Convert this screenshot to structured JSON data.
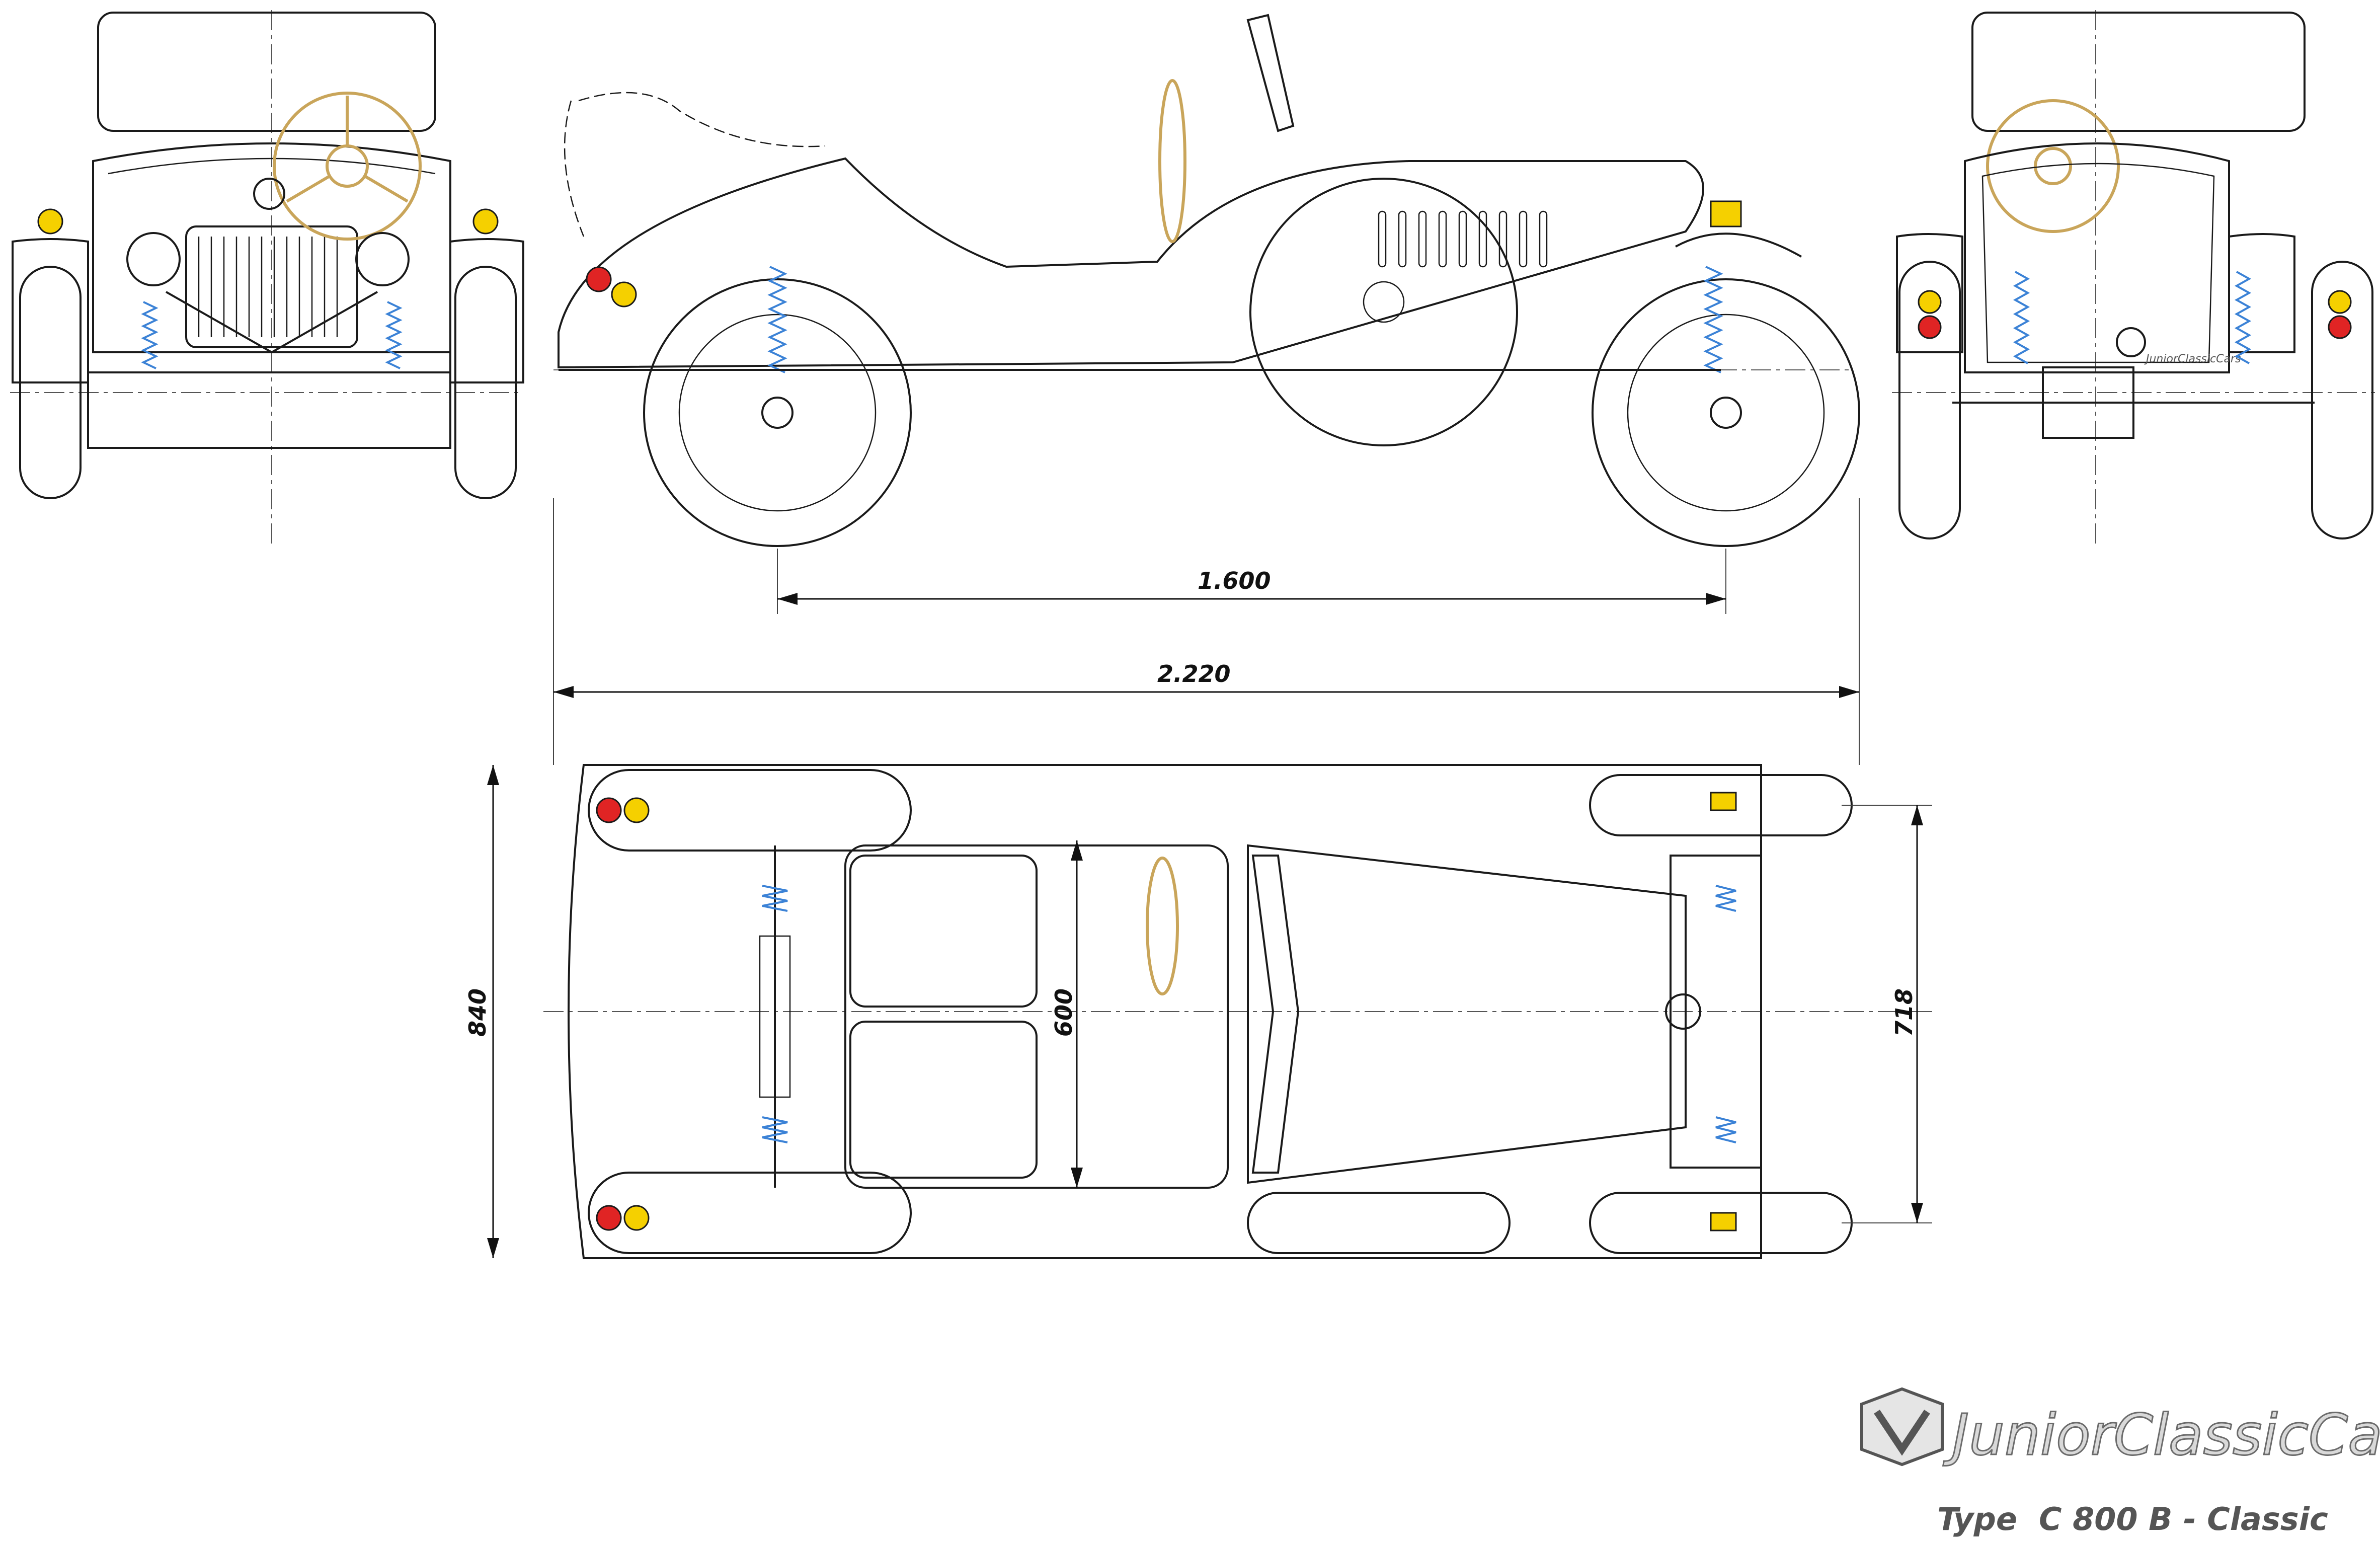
{
  "dimensions": {
    "wheelbase": "1.600",
    "overall_length": "2.220",
    "overall_width": "840",
    "track_width": "718",
    "interior_width": "600"
  },
  "branding": {
    "brand_name": "JuniorClassicCars",
    "model_type": "Type  C 800 B - Classic",
    "small_badge": "JuniorClassicCars"
  },
  "colors": {
    "line": "#1a1a1a",
    "spring": "#3b82d6",
    "steering_wheel": "#c9a55a",
    "lamp_red": "#e02424",
    "lamp_yellow": "#f5d000",
    "brand_gray": "#6b6b6b"
  },
  "views": {
    "front": "front-view",
    "side": "side-view",
    "rear": "rear-view",
    "top": "top-view"
  }
}
